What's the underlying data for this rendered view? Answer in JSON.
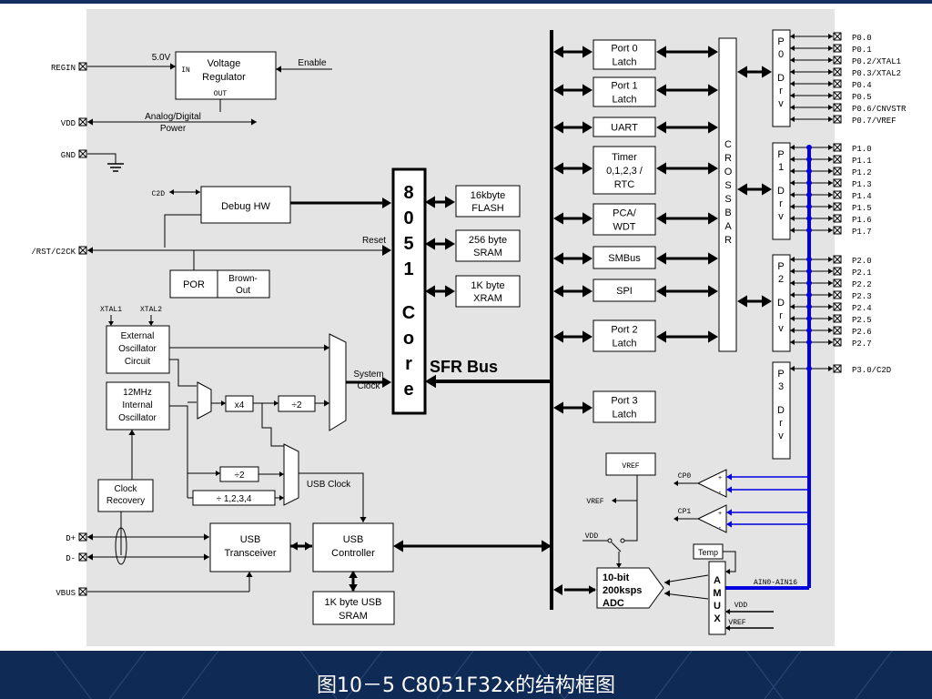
{
  "caption": "图10－5 C8051F32x的结构框图",
  "colors": {
    "panel": "#e4e4e4",
    "bus_blue": "#0000e0",
    "footer": "#0f2a55"
  },
  "pins_left": [
    "REGIN",
    "VDD",
    "GND",
    "C2D",
    "/RST/C2CK",
    "XTAL1",
    "XTAL2",
    "D+",
    "D-",
    "VBUS"
  ],
  "blocks": {
    "voltage_regulator": [
      "Voltage",
      "Regulator"
    ],
    "vr_in": "IN",
    "vr_out": "OUT",
    "vr_5v": "5.0V",
    "vr_enable": "Enable",
    "analog_power": [
      "Analog/Digital",
      "Power"
    ],
    "debug_hw": "Debug HW",
    "reset": "Reset",
    "por": "POR",
    "brown_out": [
      "Brown-",
      "Out"
    ],
    "ext_osc": [
      "External",
      "Oscillator",
      "Circuit"
    ],
    "int_osc": [
      "12MHz",
      "Internal",
      "Oscillator"
    ],
    "x4": "x4",
    "div2": "÷2",
    "div2b": "÷2",
    "div1234": "÷ 1,2,3,4",
    "system_clock": [
      "System",
      "Clock"
    ],
    "usb_clock": "USB Clock",
    "clock_recovery": [
      "Clock",
      "Recovery"
    ],
    "usb_transceiver": [
      "USB",
      "Transceiver"
    ],
    "usb_controller": [
      "USB",
      "Controller"
    ],
    "usb_sram": [
      "1K byte USB",
      "SRAM"
    ],
    "core": [
      "8",
      "0",
      "5",
      "1",
      "C",
      "o",
      "r",
      "e"
    ],
    "flash": [
      "16kbyte",
      "FLASH"
    ],
    "sram": [
      "256 byte",
      "SRAM"
    ],
    "xram": [
      "1K byte",
      "XRAM"
    ],
    "sfr_bus": "SFR Bus",
    "port0_latch": [
      "Port 0",
      "Latch"
    ],
    "port1_latch": [
      "Port 1",
      "Latch"
    ],
    "uart": "UART",
    "timer": [
      "Timer",
      "0,1,2,3 /",
      "RTC"
    ],
    "pca": [
      "PCA/",
      "WDT"
    ],
    "smbus": "SMBus",
    "spi": "SPI",
    "port2_latch": [
      "Port 2",
      "Latch"
    ],
    "port3_latch": [
      "Port 3",
      "Latch"
    ],
    "crossbar": [
      "C",
      "R",
      "O",
      "S",
      "S",
      "B",
      "A",
      "R"
    ],
    "p0drv": [
      "P",
      "0",
      "D",
      "r",
      "v"
    ],
    "p1drv": [
      "P",
      "1",
      "D",
      "r",
      "v"
    ],
    "p2drv": [
      "P",
      "2",
      "D",
      "r",
      "v"
    ],
    "p3drv": [
      "P",
      "3",
      "D",
      "r",
      "v"
    ],
    "vref_box": "VREF",
    "vref_label": "VREF",
    "cp0": "CP0",
    "cp1": "CP1",
    "vdd_label": "VDD",
    "adc": [
      "10-bit",
      "200ksps",
      "ADC"
    ],
    "temp": "Temp",
    "amux": [
      "A",
      "M",
      "U",
      "X"
    ],
    "ain": "AIN0-AIN16",
    "amux_vdd": "VDD",
    "amux_vref": "VREF"
  },
  "pins_right": {
    "p0": [
      "P0.0",
      "P0.1",
      "P0.2/XTAL1",
      "P0.3/XTAL2",
      "P0.4",
      "P0.5",
      "P0.6/CNVSTR",
      "P0.7/VREF"
    ],
    "p1": [
      "P1.0",
      "P1.1",
      "P1.2",
      "P1.3",
      "P1.4",
      "P1.5",
      "P1.6",
      "P1.7"
    ],
    "p2": [
      "P2.0",
      "P2.1",
      "P2.2",
      "P2.3",
      "P2.4",
      "P2.5",
      "P2.6",
      "P2.7"
    ],
    "p3": [
      "P3.0/C2D"
    ]
  }
}
